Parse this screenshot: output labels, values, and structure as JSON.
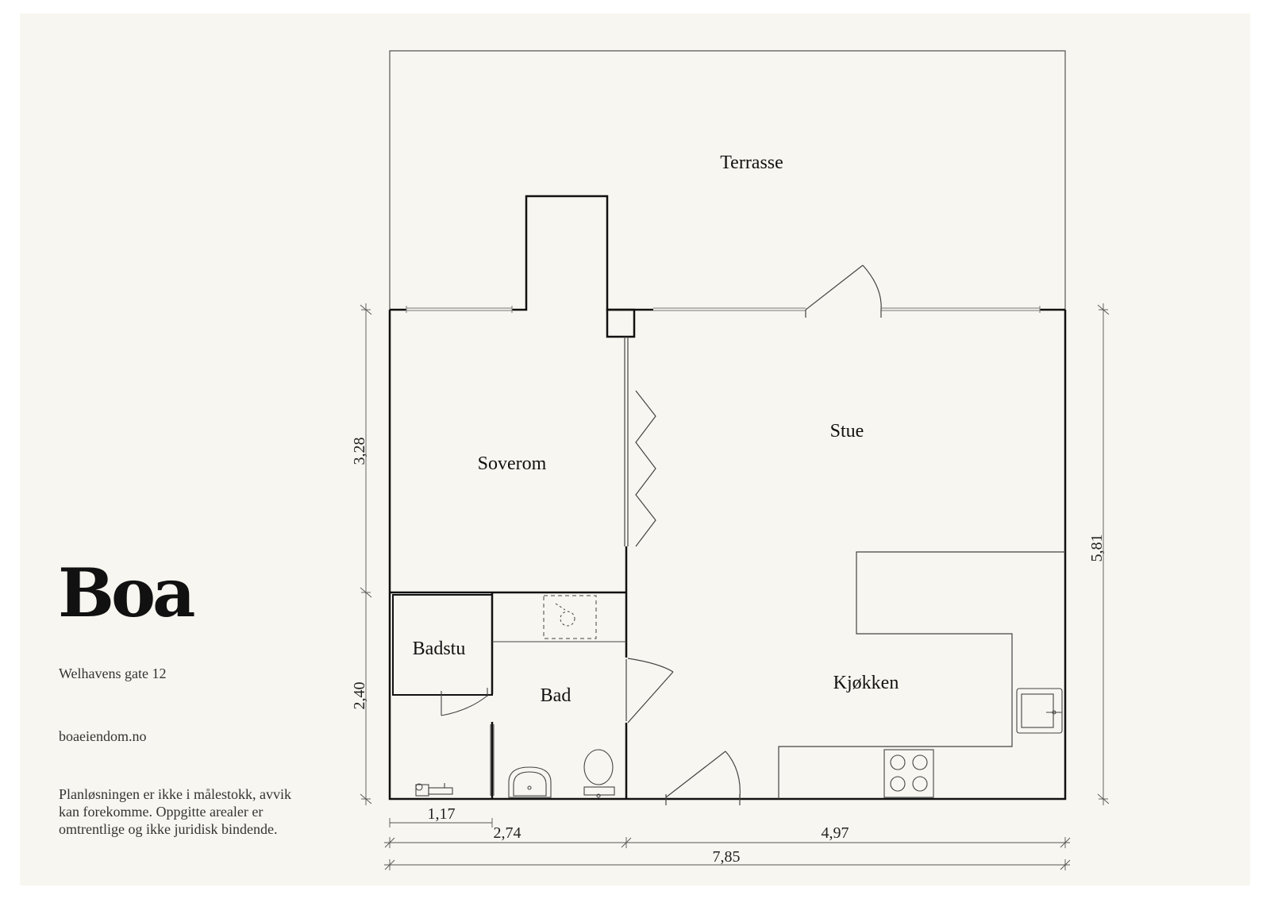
{
  "brand": {
    "name": "Boa",
    "address": "Welhavens gate 12",
    "website": "boaeiendom.no",
    "disclaimer": "Planløsningen er ikke i målestokk, avvik kan forekomme. Oppgitte arealer er omtrentlige og ikke juridisk bindende."
  },
  "rooms": {
    "terrace": "Terrasse",
    "bedroom": "Soverom",
    "living": "Stue",
    "sauna": "Badstu",
    "bath": "Bad",
    "kitchen": "Kjøkken"
  },
  "dimensions": {
    "left_upper": "3,28",
    "left_lower": "2,40",
    "right": "5,81",
    "bottom_sauna": "1,17",
    "bottom_left": "2,74",
    "bottom_right": "4,97",
    "bottom_total": "7,85"
  },
  "colors": {
    "background": "#f8f6f0",
    "wall": "#111111",
    "thin_line": "#555555"
  }
}
